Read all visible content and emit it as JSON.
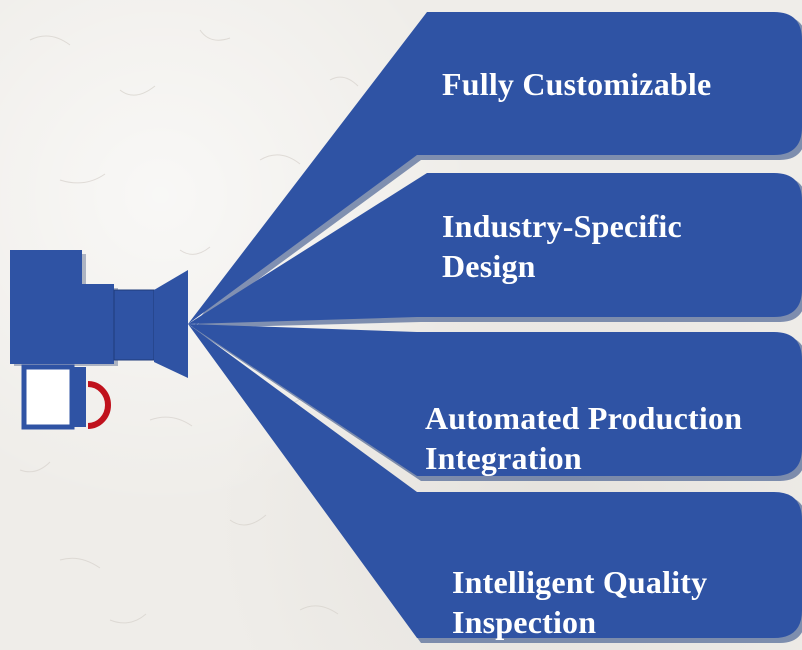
{
  "items": [
    {
      "label": "Fully Customizable"
    },
    {
      "label_line1": "Industry-Specific",
      "label_line2": "Design"
    },
    {
      "label_line1": "Automated Production",
      "label_line2": "Integration"
    },
    {
      "label_line1": "Intelligent Quality",
      "label_line2": "Inspection"
    }
  ],
  "icons": {
    "camera": "video-camera-icon"
  },
  "colors": {
    "panel_blue": "#2f53a4",
    "panel_shadow": "#233f80",
    "accent_red": "#c0121d",
    "background": "#efede9"
  }
}
